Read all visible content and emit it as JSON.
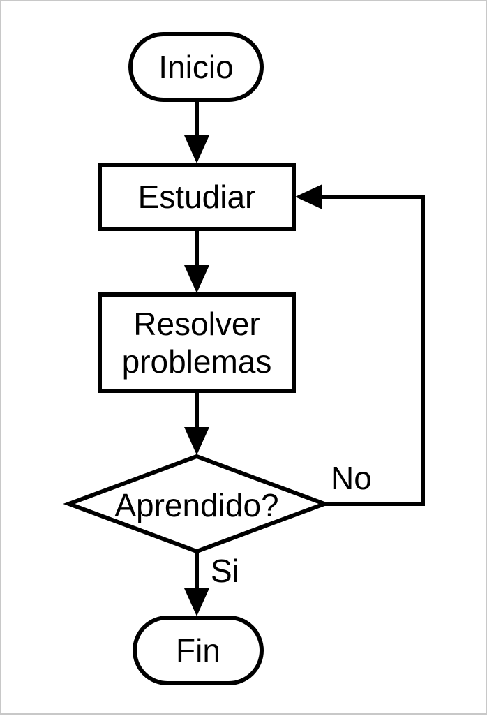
{
  "diagram": {
    "type": "flowchart",
    "nodes": {
      "start": {
        "shape": "terminator",
        "label": "Inicio"
      },
      "study": {
        "shape": "process",
        "label": "Estudiar"
      },
      "solve": {
        "shape": "process",
        "label_line1": "Resolver",
        "label_line2": "problemas"
      },
      "decision": {
        "shape": "decision",
        "label": "Aprendido?"
      },
      "end": {
        "shape": "terminator",
        "label": "Fin"
      }
    },
    "edges": {
      "no_label": "No",
      "yes_label": "Si"
    },
    "colors": {
      "stroke": "#000000",
      "fill": "#ffffff",
      "frame": "#c8c8c8"
    }
  }
}
